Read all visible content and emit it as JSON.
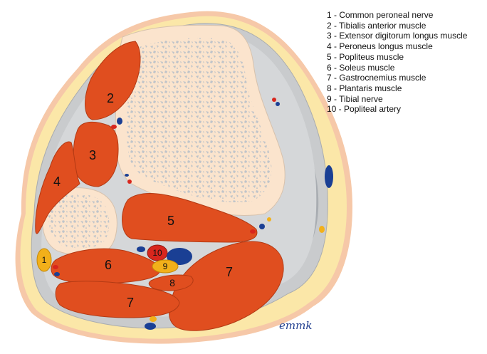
{
  "legend": {
    "items": [
      {
        "number": "1",
        "text": "1 - Common peroneal nerve"
      },
      {
        "number": "2",
        "text": "2 - Tibialis anterior muscle"
      },
      {
        "number": "3",
        "text": "3 - Extensor digitorum longus muscle"
      },
      {
        "number": "4",
        "text": "4 - Peroneus longus muscle"
      },
      {
        "number": "5",
        "text": "5 - Popliteus muscle"
      },
      {
        "number": "6",
        "text": "6 - Soleus muscle"
      },
      {
        "number": "7",
        "text": "7 - Gastrocnemius muscle"
      },
      {
        "number": "8",
        "text": "8 - Plantaris muscle"
      },
      {
        "number": "9",
        "text": "9 - Tibial nerve"
      },
      {
        "number": "10",
        "text": "10 - Popliteal artery"
      }
    ]
  },
  "labels": {
    "n1": "1",
    "n2": "2",
    "n3": "3",
    "n4": "4",
    "n5": "5",
    "n6": "6",
    "n7a": "7",
    "n7b": "7",
    "n8": "8",
    "n9": "9",
    "n10": "10"
  },
  "signature": "emmk",
  "colors": {
    "skin": "#f6c8a8",
    "fat": "#fbe7a8",
    "fascia": "#c9cbcd",
    "muscle": "#e04e1f",
    "bone": "#fbe4cd",
    "nerve": "#f2b01a",
    "artery": "#d8261d",
    "vein": "#1a3f94"
  }
}
